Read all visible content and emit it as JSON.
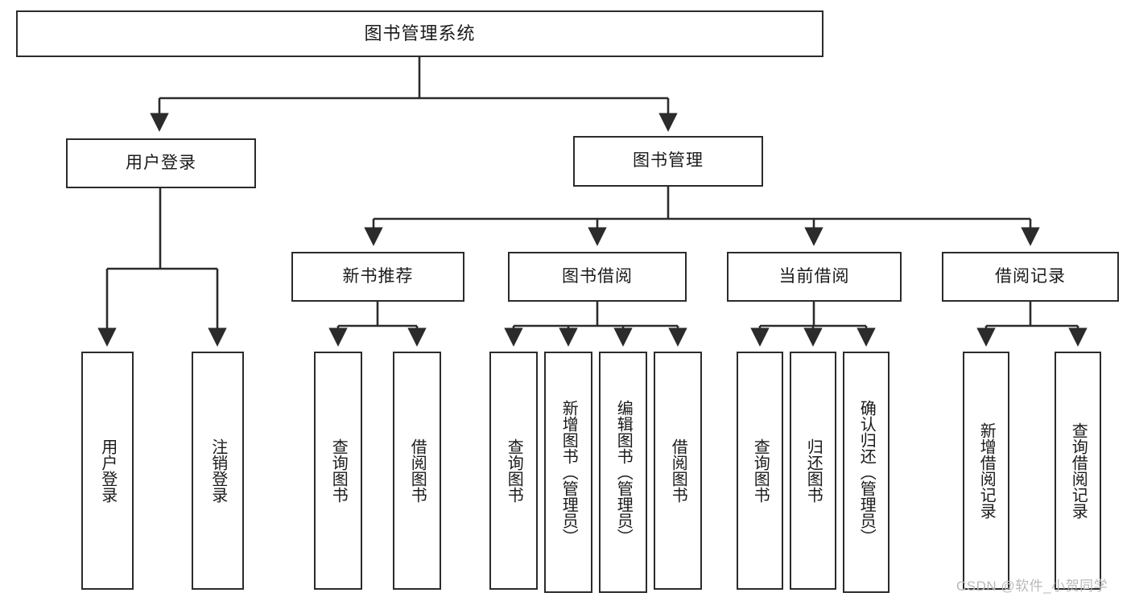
{
  "diagram": {
    "title": "图书管理系统",
    "type": "tree",
    "orientation": "top-down",
    "colors": {
      "stroke": "#2b2b2b",
      "fill": "#ffffff",
      "text": "#1a1a1a",
      "watermark": "#b9b9b9"
    },
    "watermark": "CSDN @软件_小贺同学"
  },
  "nodes": {
    "root": {
      "label": "图书管理系统",
      "level": 1
    },
    "level2": [
      {
        "id": "user-login",
        "label": "用户登录"
      },
      {
        "id": "book-manage",
        "label": "图书管理"
      }
    ],
    "level3": [
      {
        "id": "new-book-recommend",
        "label": "新书推荐",
        "parent": "book-manage"
      },
      {
        "id": "book-borrow",
        "label": "图书借阅",
        "parent": "book-manage"
      },
      {
        "id": "current-borrow",
        "label": "当前借阅",
        "parent": "book-manage"
      },
      {
        "id": "borrow-record",
        "label": "借阅记录",
        "parent": "book-manage"
      }
    ],
    "leaves": {
      "user-login": [
        {
          "id": "leaf-user-login",
          "label": "用户登录"
        },
        {
          "id": "leaf-logout-login",
          "label": "注销登录"
        }
      ],
      "new-book-recommend": [
        {
          "id": "leaf-query-book-1",
          "label": "查询图书"
        },
        {
          "id": "leaf-borrow-book-1",
          "label": "借阅图书"
        }
      ],
      "book-borrow": [
        {
          "id": "leaf-query-book-2",
          "label": "查询图书"
        },
        {
          "id": "leaf-add-book",
          "label": "新增图书（管理员）"
        },
        {
          "id": "leaf-edit-book",
          "label": "编辑图书（管理员）"
        },
        {
          "id": "leaf-borrow-book-2",
          "label": "借阅图书"
        }
      ],
      "current-borrow": [
        {
          "id": "leaf-query-book-3",
          "label": "查询图书"
        },
        {
          "id": "leaf-return-book",
          "label": "归还图书"
        },
        {
          "id": "leaf-confirm-return",
          "label": "确认归还（管理员）"
        }
      ],
      "borrow-record": [
        {
          "id": "leaf-add-record",
          "label": "新增借阅记录"
        },
        {
          "id": "leaf-query-record",
          "label": "查询借阅记录"
        }
      ]
    }
  }
}
